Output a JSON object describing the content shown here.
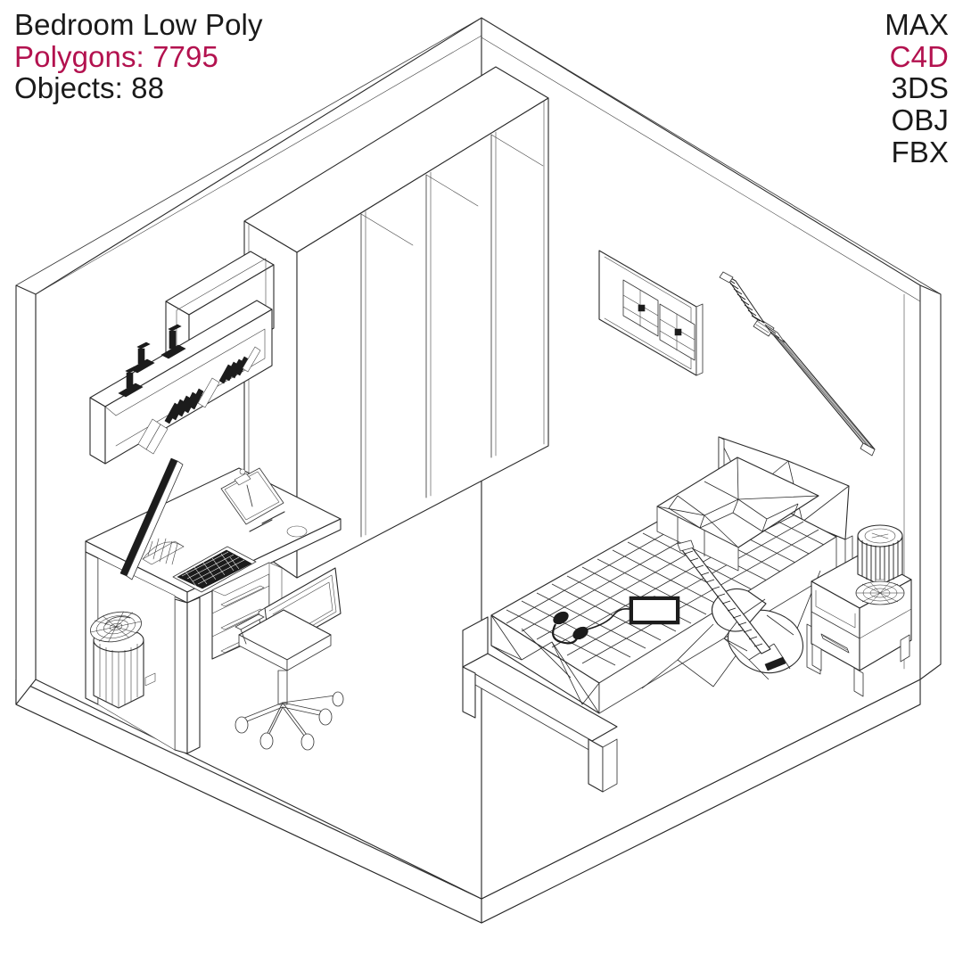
{
  "title_block": {
    "name": "Bedroom Low Poly",
    "polygons_label": "Polygons: 7795",
    "objects_label": "Objects: 88",
    "polygons_count": 7795,
    "objects_count": 88,
    "accent_color": "#b3124f",
    "text_color": "#1a1a1a"
  },
  "formats": {
    "items": [
      {
        "label": "MAX",
        "highlighted": false
      },
      {
        "label": "C4D",
        "highlighted": true
      },
      {
        "label": "3DS",
        "highlighted": false
      },
      {
        "label": "OBJ",
        "highlighted": false
      },
      {
        "label": "FBX",
        "highlighted": false
      }
    ]
  },
  "scene": {
    "style": "isometric wireframe line-art render",
    "background_color": "#ffffff",
    "line_color": "#2b2b2b",
    "room": {
      "walls": [
        "left-wall",
        "back-wall"
      ],
      "floor": "floor-slab"
    },
    "objects": [
      {
        "name": "wardrobe",
        "doors": 4
      },
      {
        "name": "wall-shelf",
        "contents": "books and figurines"
      },
      {
        "name": "desk",
        "items": [
          "monitor",
          "keyboard",
          "mouse",
          "clipboard",
          "pencils"
        ]
      },
      {
        "name": "desk-drawers",
        "count": 3
      },
      {
        "name": "office-chair",
        "wheels": 5
      },
      {
        "name": "trash-bin"
      },
      {
        "name": "bed",
        "items": [
          "mattress",
          "pillow",
          "blanket",
          "guitar",
          "headphones",
          "tablet"
        ]
      },
      {
        "name": "headboard"
      },
      {
        "name": "nightstand",
        "drawers": 2
      },
      {
        "name": "table-lamp"
      },
      {
        "name": "wall-picture-frame"
      },
      {
        "name": "katana-sword"
      }
    ]
  }
}
